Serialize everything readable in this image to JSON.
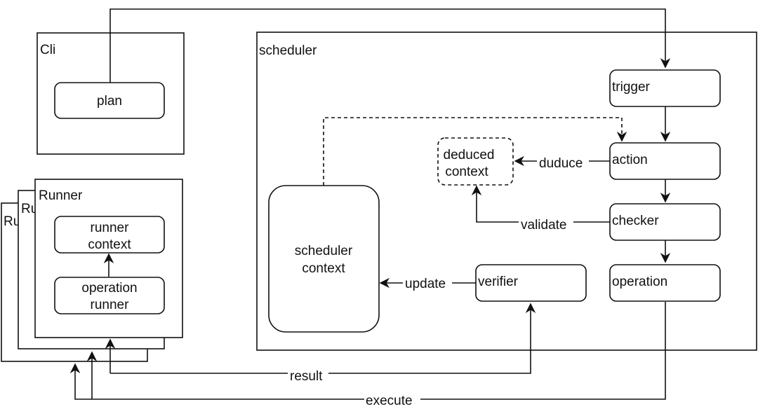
{
  "groups": {
    "cli": "Cli",
    "scheduler": "scheduler",
    "runner": "Runner",
    "runner_back_1": "Ru",
    "runner_back_2": "Ru"
  },
  "nodes": {
    "plan": "plan",
    "runner_context": [
      "runner",
      "context"
    ],
    "operation_runner": [
      "operation",
      "runner"
    ],
    "scheduler_context": [
      "scheduler",
      "context"
    ],
    "deduced_context": [
      "deduced",
      "context"
    ],
    "trigger": "trigger",
    "action": "action",
    "checker": "checker",
    "operation": "operation",
    "verifier": "verifier"
  },
  "edges": {
    "duduce": "duduce",
    "validate": "validate",
    "update": "update",
    "result": "result",
    "execute": "execute"
  }
}
